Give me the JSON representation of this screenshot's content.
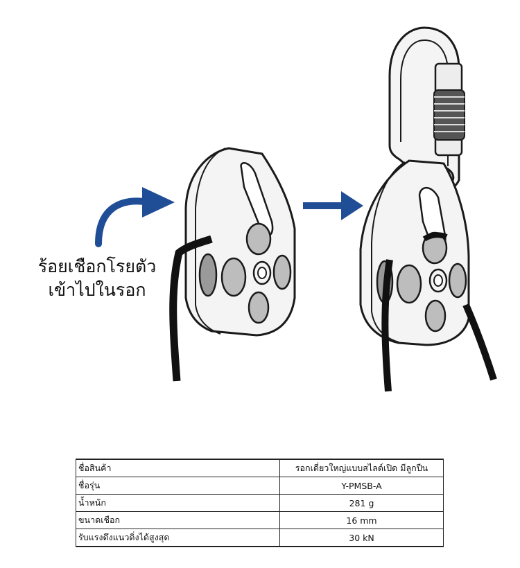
{
  "instruction": {
    "line1": "ร้อยเชือกโรยตัว",
    "line2": "เข้าไปในรอก"
  },
  "colors": {
    "arrow": "#1f4e96",
    "outline": "#1a1a1a",
    "hole": "#bdbdbd",
    "rope": "#111111"
  },
  "specs": [
    {
      "label": "ชื่อสินค้า",
      "value": "รอกเดี่ยวใหญ่แบบสไลด์เปิด มีลูกปืน"
    },
    {
      "label": "ชื่อรุ่น",
      "value": "Y-PMSB-A"
    },
    {
      "label": "น้ำหนัก",
      "value": "281 g"
    },
    {
      "label": "ขนาดเชือก",
      "value": "16 mm"
    },
    {
      "label": "รับแรงดึงแนวดิ่งได้สูงสุด",
      "value": "30 kN"
    }
  ]
}
